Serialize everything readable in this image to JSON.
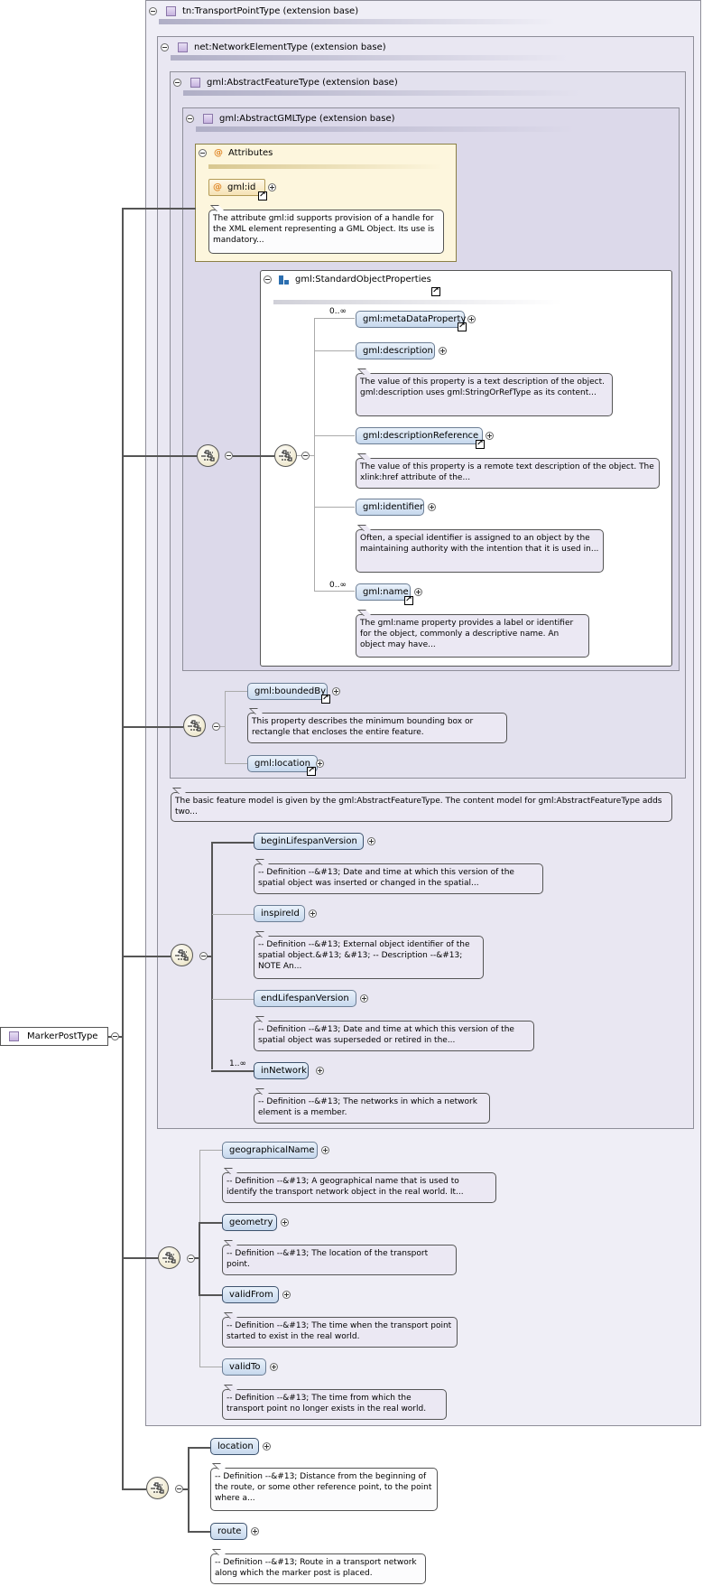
{
  "root": {
    "label": "MarkerPostType"
  },
  "extensions": [
    {
      "label": "tn:TransportPointType (extension base)"
    },
    {
      "label": "net:NetworkElementType (extension base)"
    },
    {
      "label": "gml:AbstractFeatureType (extension base)"
    },
    {
      "label": "gml:AbstractGMLType (extension base)"
    }
  ],
  "attributes": {
    "title": "Attributes",
    "id": {
      "name": "gml:id",
      "doc": "The attribute gml:id supports provision of a handle for the XML element representing a GML Object. Its use is mandatory..."
    }
  },
  "standard_props": {
    "label": "gml:StandardObjectProperties",
    "items": [
      {
        "name": "gml:metaDataProperty",
        "occurs": "0..∞",
        "doc": ""
      },
      {
        "name": "gml:description",
        "occurs": "",
        "doc": "The value of this property is a text description of the object. gml:description uses gml:StringOrRefType as its content..."
      },
      {
        "name": "gml:descriptionReference",
        "occurs": "",
        "doc": "The value of this property is a remote text description of the object. The xlink:href attribute of the..."
      },
      {
        "name": "gml:identifier",
        "occurs": "",
        "doc": "Often, a special identifier is assigned to an object by the maintaining authority with the intention that it is used in..."
      },
      {
        "name": "gml:name",
        "occurs": "0..∞",
        "doc": "The gml:name property provides a label or identifier for the object, commonly a descriptive name. An object may have..."
      }
    ]
  },
  "feature_props": [
    {
      "name": "gml:boundedBy",
      "doc": "This property describes the minimum bounding box or rectangle that encloses the entire feature."
    },
    {
      "name": "gml:location",
      "doc": ""
    }
  ],
  "feature_doc": "The basic feature model is given by the gml:AbstractFeatureType. The content model for gml:AbstractFeatureType adds two...",
  "network_props": [
    {
      "name": "beginLifespanVersion",
      "occurs": "",
      "doc": "-- Definition --&#13; Date and time at which this version of the spatial object was inserted or changed in the spatial..."
    },
    {
      "name": "inspireId",
      "occurs": "",
      "doc": "-- Definition --&#13; External object identifier of the spatial object.&#13; &#13; -- Description --&#13; NOTE An..."
    },
    {
      "name": "endLifespanVersion",
      "occurs": "",
      "doc": "-- Definition --&#13; Date and time at which this version of the spatial object was superseded or retired in the..."
    },
    {
      "name": "inNetwork",
      "occurs": "1..∞",
      "doc": "-- Definition --&#13; The networks in which a network element is a member."
    }
  ],
  "transport_props": [
    {
      "name": "geographicalName",
      "doc": "-- Definition --&#13; A geographical name that is used to identify the transport network object in the real world. It..."
    },
    {
      "name": "geometry",
      "doc": "-- Definition --&#13; The location of the transport point."
    },
    {
      "name": "validFrom",
      "doc": "-- Definition --&#13; The time when the transport point started to exist in the real world."
    },
    {
      "name": "validTo",
      "doc": "-- Definition --&#13; The time from which the transport point no longer exists in the real world."
    }
  ],
  "marker_props": [
    {
      "name": "location",
      "doc": "-- Definition --&#13; Distance from the beginning of the route, or some other reference point, to the point where a..."
    },
    {
      "name": "route",
      "doc": "-- Definition --&#13; Route in a transport network along which the marker post is placed."
    }
  ]
}
